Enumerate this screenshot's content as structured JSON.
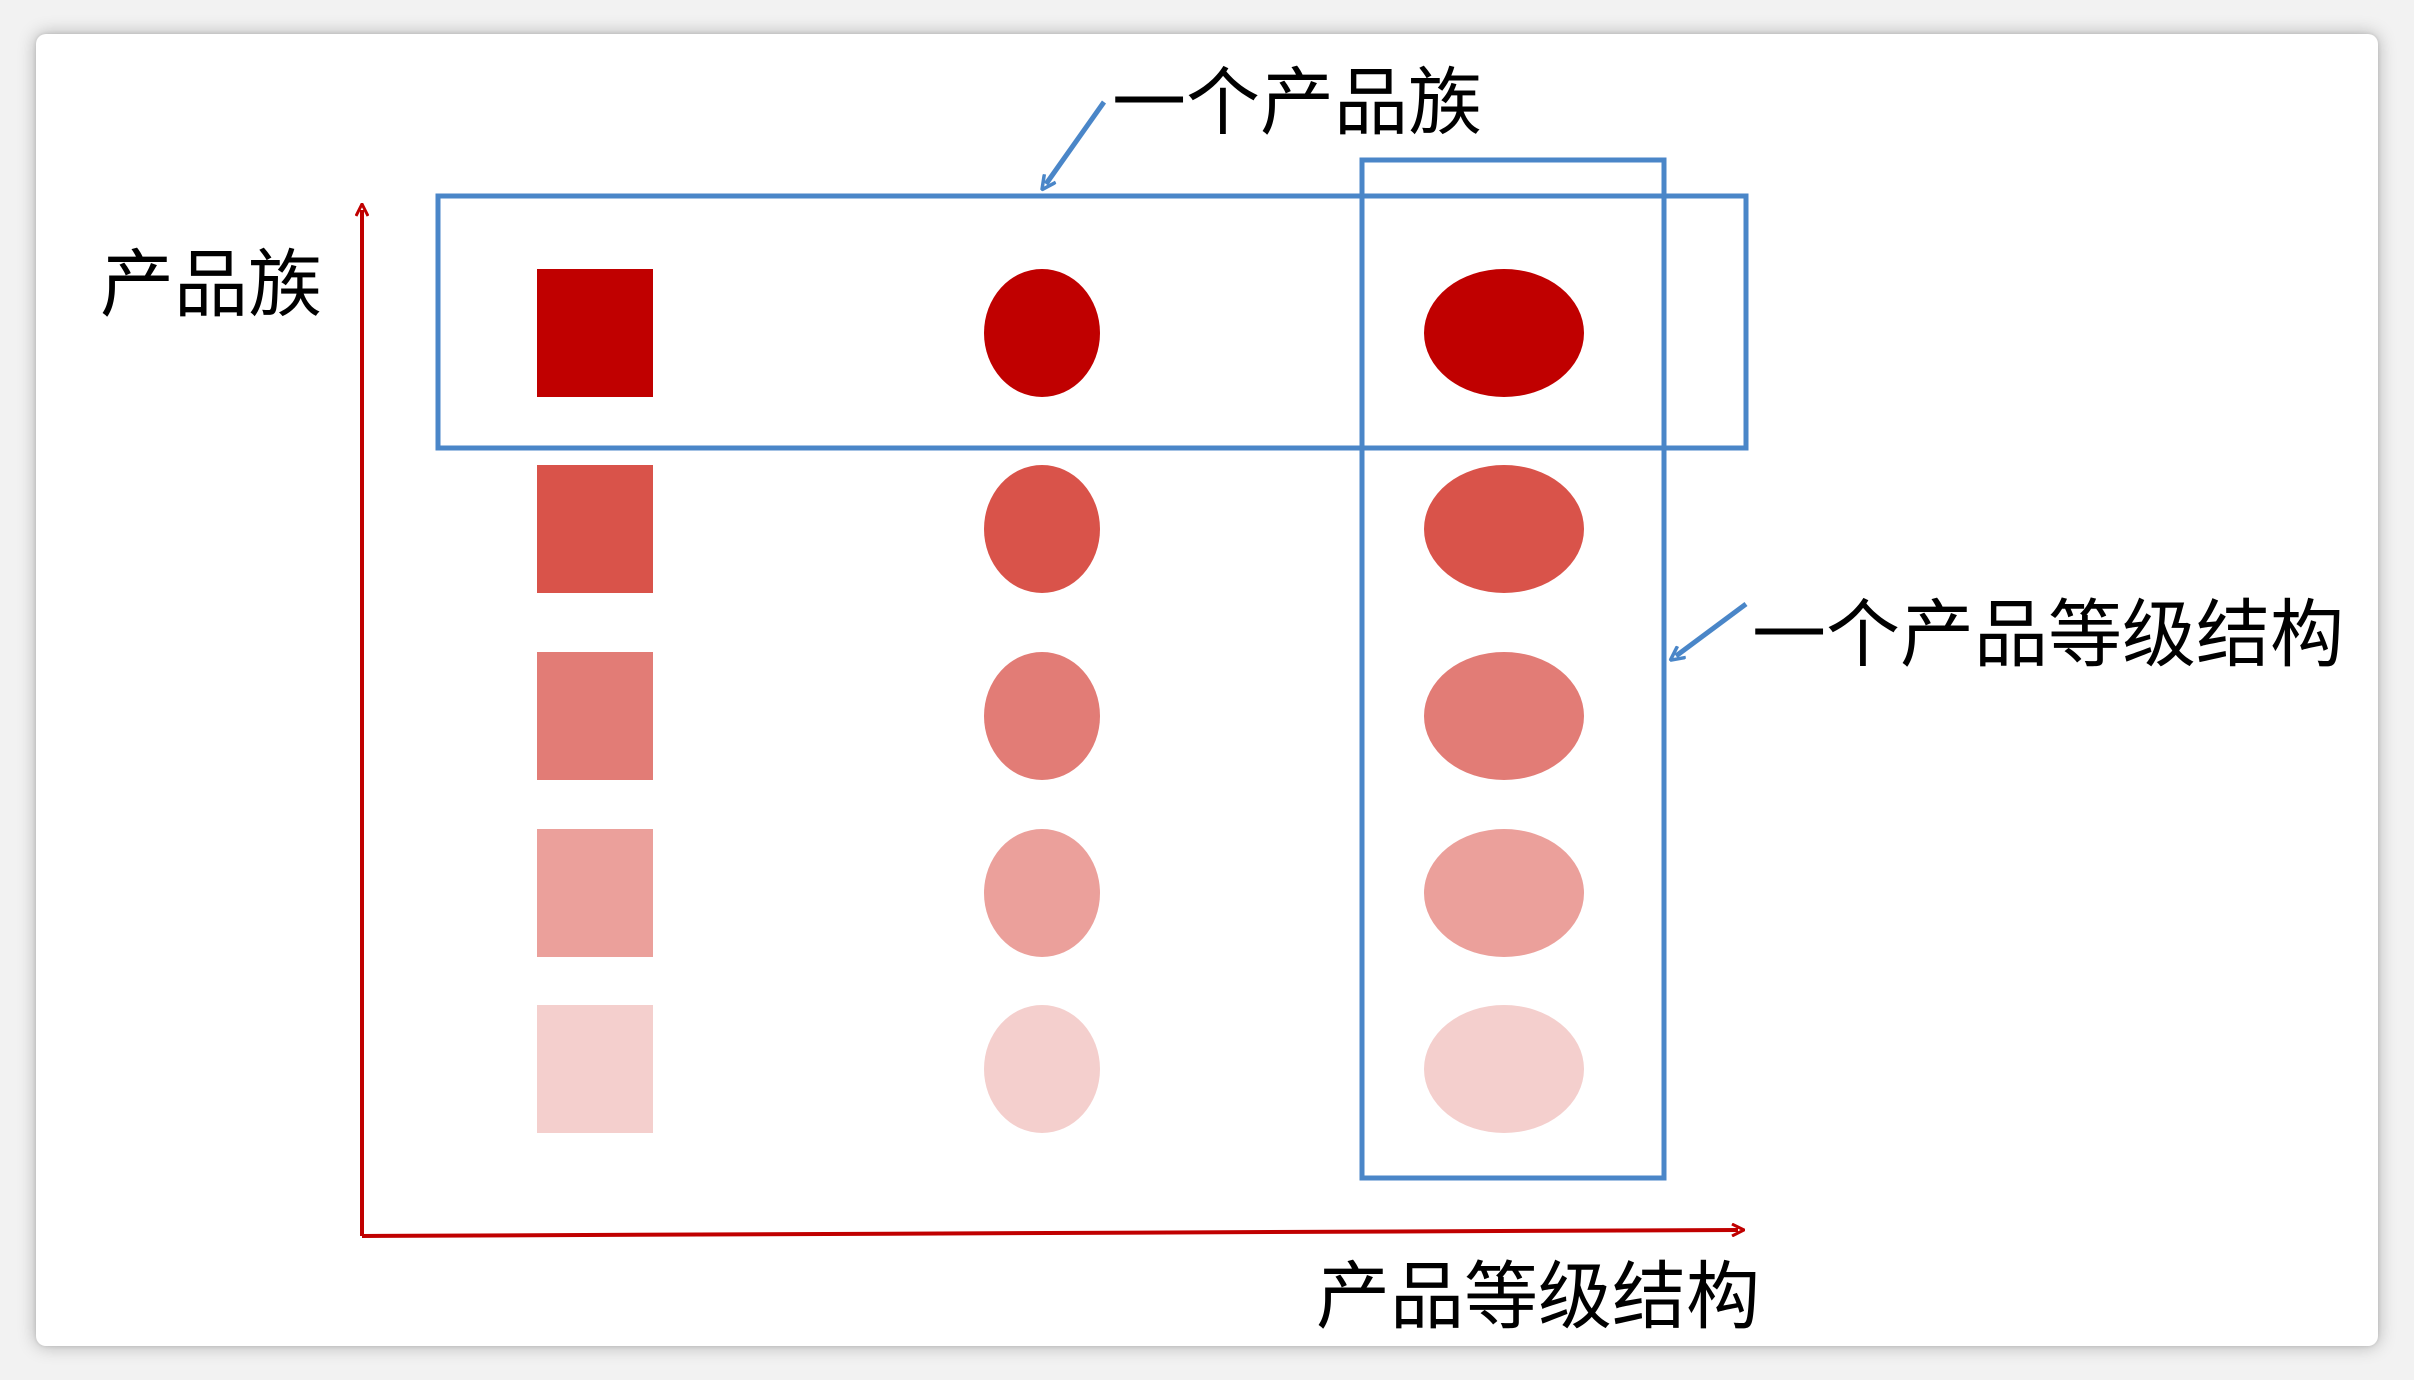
{
  "labels": {
    "y_axis": "产品族",
    "x_axis": "产品等级结构",
    "family_callout": "一个产品族",
    "level_callout": "一个产品等级结构"
  },
  "colors": {
    "axis": "#c00000",
    "highlight_box": "#4a86c8",
    "shades": [
      "#c00000",
      "#d9534a",
      "#e27c76",
      "#eba09b",
      "#f4cfcd"
    ]
  },
  "grid": {
    "columns": [
      "square",
      "circle",
      "ellipse"
    ],
    "rows": 5
  }
}
